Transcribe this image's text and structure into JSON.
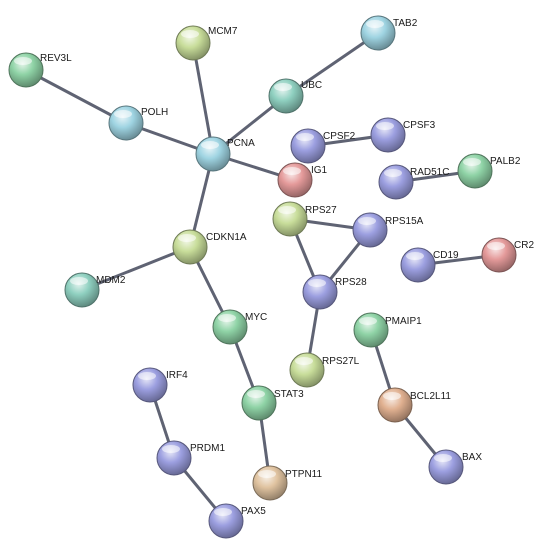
{
  "colors": {
    "edge": "#5f6373",
    "green": "#8fd3a6",
    "teal": "#8fd0c0",
    "cyan": "#9fd4e2",
    "olive": "#c8dd9a",
    "purple": "#9c9fe0",
    "red": "#e49a9a",
    "tan": "#e0c3a0",
    "salmon": "#e0b090"
  },
  "nodes": [
    {
      "id": "REV3L",
      "label": "REV3L",
      "color": "green"
    },
    {
      "id": "MCM7",
      "label": "MCM7",
      "color": "olive"
    },
    {
      "id": "TAB2",
      "label": "TAB2",
      "color": "cyan"
    },
    {
      "id": "UBC",
      "label": "UBC",
      "color": "teal"
    },
    {
      "id": "POLH",
      "label": "POLH",
      "color": "cyan"
    },
    {
      "id": "PCNA",
      "label": "PCNA",
      "color": "cyan"
    },
    {
      "id": "CPSF2",
      "label": "CPSF2",
      "color": "purple"
    },
    {
      "id": "CPSF3",
      "label": "CPSF3",
      "color": "purple"
    },
    {
      "id": "LIG1",
      "label": "IG1",
      "color": "red"
    },
    {
      "id": "RAD51C",
      "label": "RAD51C",
      "color": "purple"
    },
    {
      "id": "PALB2",
      "label": "PALB2",
      "color": "green"
    },
    {
      "id": "RPS27",
      "label": "RPS27",
      "color": "olive"
    },
    {
      "id": "RPS15A",
      "label": "RPS15A",
      "color": "purple"
    },
    {
      "id": "CDKN1A",
      "label": "CDKN1A",
      "color": "olive"
    },
    {
      "id": "CD19",
      "label": "CD19",
      "color": "purple"
    },
    {
      "id": "CR2",
      "label": "CR2",
      "color": "red"
    },
    {
      "id": "MDM2",
      "label": "MDM2",
      "color": "teal"
    },
    {
      "id": "RPS28",
      "label": "RPS28",
      "color": "purple"
    },
    {
      "id": "MYC",
      "label": "MYC",
      "color": "green"
    },
    {
      "id": "PMAIP1",
      "label": "PMAIP1",
      "color": "green"
    },
    {
      "id": "RPS27L",
      "label": "RPS27L",
      "color": "olive"
    },
    {
      "id": "IRF4",
      "label": "IRF4",
      "color": "purple"
    },
    {
      "id": "STAT3",
      "label": "STAT3",
      "color": "green"
    },
    {
      "id": "BCL2L11",
      "label": "BCL2L11",
      "color": "salmon"
    },
    {
      "id": "PRDM1",
      "label": "PRDM1",
      "color": "purple"
    },
    {
      "id": "BAX",
      "label": "BAX",
      "color": "purple"
    },
    {
      "id": "PTPN11",
      "label": "PTPN11",
      "color": "tan"
    },
    {
      "id": "PAX5",
      "label": "PAX5",
      "color": "purple"
    }
  ],
  "edges": [
    [
      "REV3L",
      "POLH"
    ],
    [
      "POLH",
      "PCNA"
    ],
    [
      "MCM7",
      "PCNA"
    ],
    [
      "TAB2",
      "UBC"
    ],
    [
      "UBC",
      "PCNA"
    ],
    [
      "PCNA",
      "LIG1"
    ],
    [
      "PCNA",
      "CDKN1A"
    ],
    [
      "CDKN1A",
      "MDM2"
    ],
    [
      "CDKN1A",
      "MYC"
    ],
    [
      "MYC",
      "STAT3"
    ],
    [
      "STAT3",
      "PTPN11"
    ],
    [
      "CPSF2",
      "CPSF3"
    ],
    [
      "RAD51C",
      "PALB2"
    ],
    [
      "RPS27",
      "RPS15A"
    ],
    [
      "RPS27",
      "RPS28"
    ],
    [
      "RPS15A",
      "RPS28"
    ],
    [
      "RPS28",
      "RPS27L"
    ],
    [
      "CD19",
      "CR2"
    ],
    [
      "PMAIP1",
      "BCL2L11"
    ],
    [
      "BCL2L11",
      "BAX"
    ],
    [
      "IRF4",
      "PRDM1"
    ],
    [
      "PRDM1",
      "PAX5"
    ]
  ]
}
